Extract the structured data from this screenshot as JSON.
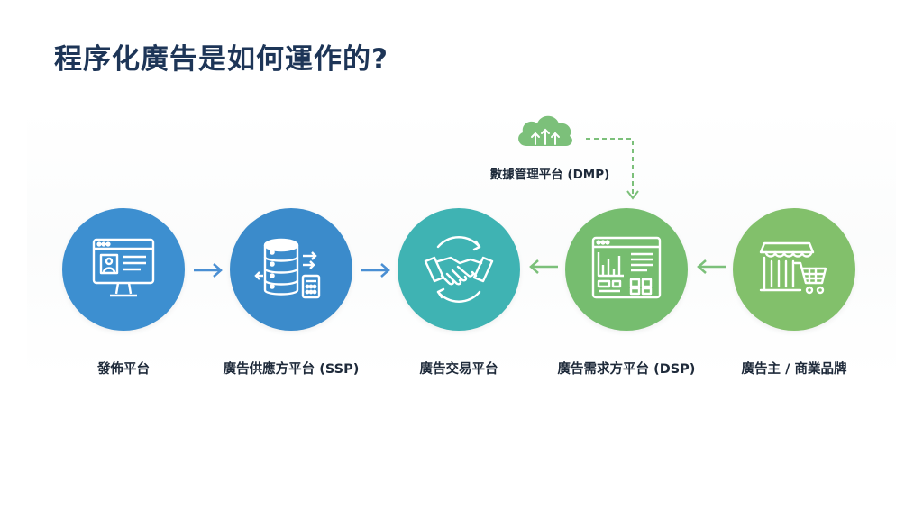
{
  "title": "程序化廣告是如何運作的?",
  "dmp": {
    "label": "數據管理平台 (DMP)",
    "icon": "cloud-upload-icon"
  },
  "nodes": [
    {
      "label": "發佈平台",
      "icon": "publisher-monitor-icon",
      "color": "#3d8fd0"
    },
    {
      "label": "廣告供應方平台 (SSP)",
      "icon": "database-server-icon",
      "color": "#3b8bcb"
    },
    {
      "label": "廣告交易平台",
      "icon": "handshake-icon",
      "color": "#3fb3b3"
    },
    {
      "label": "廣告需求方平台 (DSP)",
      "icon": "dashboard-analytics-icon",
      "color": "#76bd6f"
    },
    {
      "label": "廣告主 / 商業品牌",
      "icon": "storefront-cart-icon",
      "color": "#82c06b"
    }
  ],
  "colors": {
    "blue_arrow": "#4a8fd3",
    "green_arrow": "#7cc07a",
    "title": "#1d3557"
  }
}
